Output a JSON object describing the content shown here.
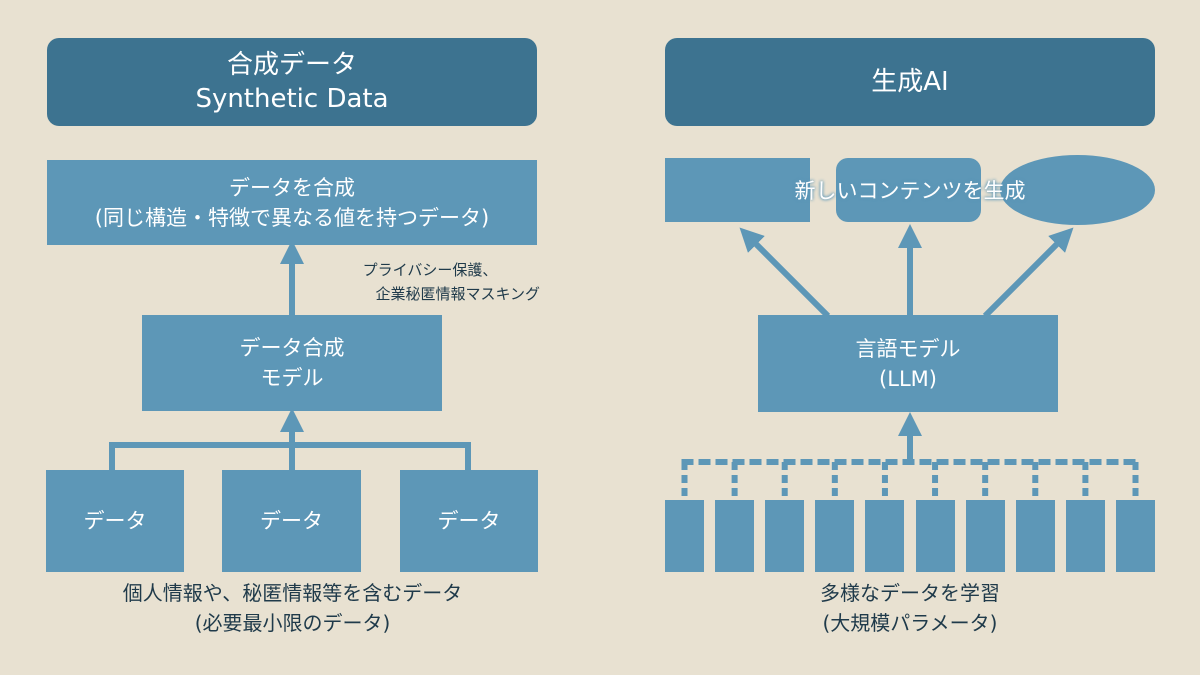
{
  "left": {
    "header": {
      "line1": "合成データ",
      "line2": "Synthetic Data"
    },
    "output_box": {
      "line1": "データを合成",
      "line2": "(同じ構造・特徴で異なる値を持つデータ)"
    },
    "note": {
      "line1": "プライバシー保護、",
      "line2": "企業秘匿情報マスキング"
    },
    "model_box": {
      "line1": "データ合成",
      "line2": "モデル"
    },
    "data_boxes": [
      {
        "label": "データ"
      },
      {
        "label": "データ"
      },
      {
        "label": "データ"
      }
    ],
    "caption": {
      "line1": "個人情報や、秘匿情報等を含むデータ",
      "line2": "(必要最小限のデータ)"
    }
  },
  "right": {
    "header": {
      "line1": "生成AI"
    },
    "output": {
      "label": "新しいコンテンツを生成"
    },
    "model_box": {
      "line1": "言語モデル",
      "line2": "(LLM)"
    },
    "data_block_count": 10,
    "caption": {
      "line1": "多様なデータを学習",
      "line2": "(大規模パラメータ)"
    }
  },
  "colors": {
    "background": "#e8e1d1",
    "header": "#3d7390",
    "box": "#5d97b7",
    "text_dark": "#1f3a4a"
  }
}
